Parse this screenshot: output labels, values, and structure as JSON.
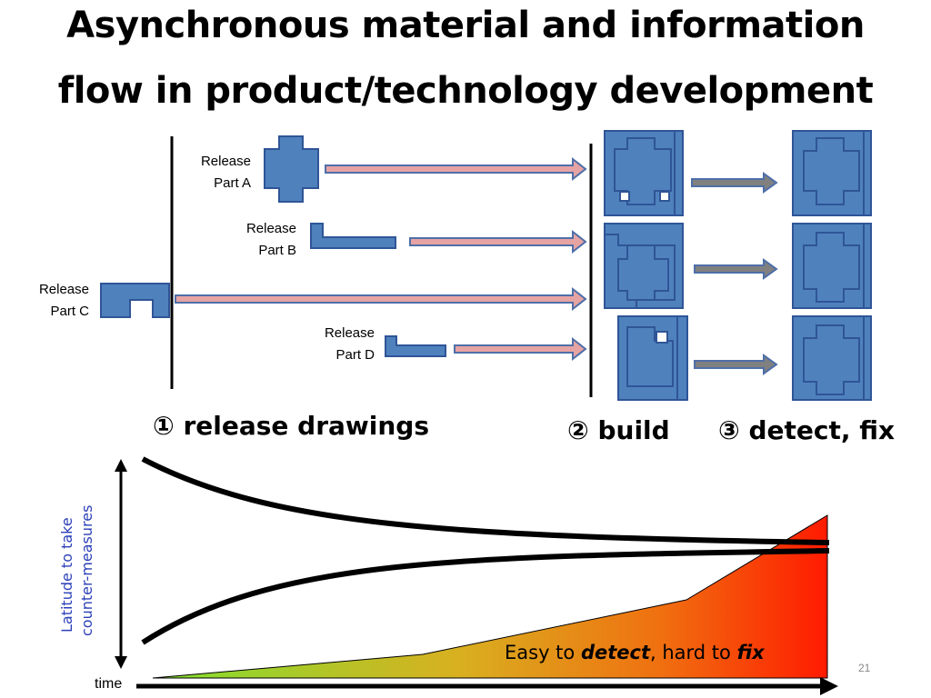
{
  "title": {
    "line1": "Asynchronous material and information",
    "line2": "flow in product/technology development"
  },
  "releases": [
    {
      "line1": "Release",
      "line2": "Part A"
    },
    {
      "line1": "Release",
      "line2": "Part B"
    },
    {
      "line1": "Release",
      "line2": "Part C"
    },
    {
      "line1": "Release",
      "line2": "Part D"
    }
  ],
  "steps": {
    "step1": {
      "num": "①",
      "label": "release drawings"
    },
    "step2": {
      "num": "②",
      "label": "build"
    },
    "step3": {
      "num": "③",
      "label": "detect, fix"
    }
  },
  "chart": {
    "ylabel_line1": "Latitude to take",
    "ylabel_line2": "counter-measures",
    "xlabel": "time",
    "caption_pre": "Easy to ",
    "caption_detect": "detect",
    "caption_mid": ", hard to ",
    "caption_fix": "fix"
  },
  "page_number": "21",
  "colors": {
    "part_fill": "#4f81bd",
    "part_stroke": "#2f5597",
    "release_arrow": "#e6a3a3",
    "feedback_arrow": "#7f7f7f",
    "ylabel_text": "#2a3fb8",
    "gradient_start": "#80e030",
    "gradient_end": "#ff1a00"
  }
}
